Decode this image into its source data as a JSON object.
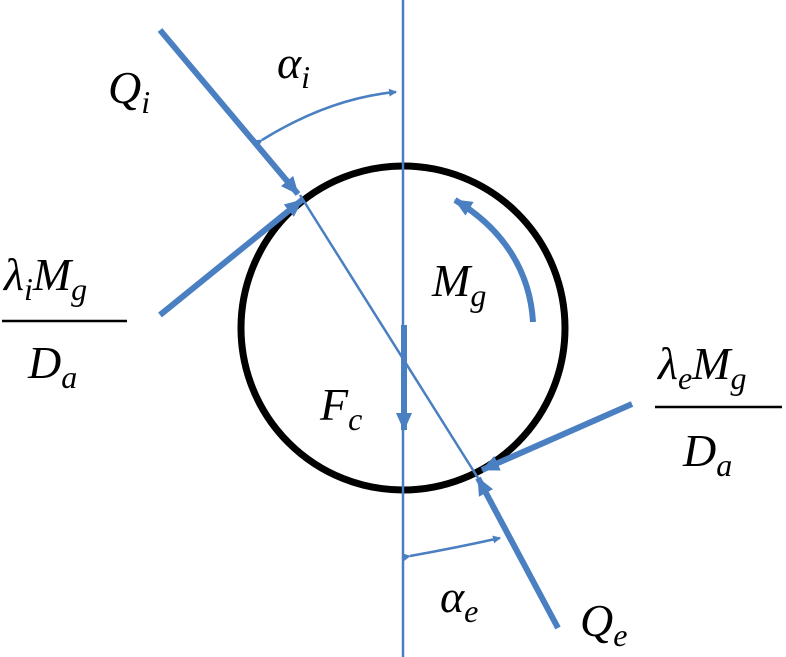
{
  "colors": {
    "vector": "#4a7fc1",
    "outline": "#000000",
    "background": "#ffffff"
  },
  "labels": {
    "Qi": {
      "main": "Q",
      "sub": "i"
    },
    "Qe": {
      "main": "Q",
      "sub": "e"
    },
    "alpha_i": {
      "main": "α",
      "sub": "i"
    },
    "alpha_e": {
      "main": "α",
      "sub": "e"
    },
    "Mg": {
      "main": "M",
      "sub": "g"
    },
    "Fc": {
      "main": "F",
      "sub": "c"
    },
    "inner_moment": {
      "lambda": "λ",
      "lambda_sub": "i",
      "M": "M",
      "M_sub": "g",
      "D": "D",
      "D_sub": "a"
    },
    "outer_moment": {
      "lambda": "λ",
      "lambda_sub": "e",
      "M": "M",
      "M_sub": "g",
      "D": "D",
      "D_sub": "a"
    }
  }
}
